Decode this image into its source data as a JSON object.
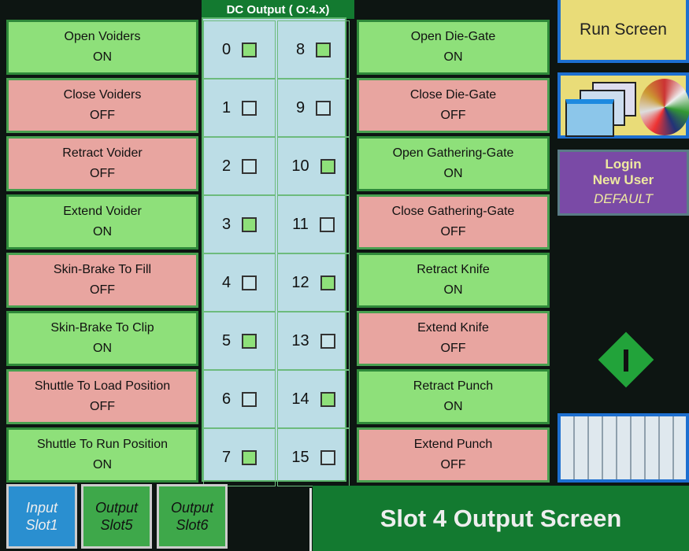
{
  "header": {
    "title": "DC Output ( O:4.x)"
  },
  "left": [
    {
      "label": "Open Voiders",
      "state": "ON"
    },
    {
      "label": "Close Voiders",
      "state": "OFF"
    },
    {
      "label": "Retract Voider",
      "state": "OFF"
    },
    {
      "label": "Extend Voider",
      "state": "ON"
    },
    {
      "label": "Skin-Brake To Fill",
      "state": "OFF"
    },
    {
      "label": "Skin-Brake To Clip",
      "state": "ON"
    },
    {
      "label": "Shuttle To Load Position",
      "state": "OFF"
    },
    {
      "label": "Shuttle To Run Position",
      "state": "ON"
    }
  ],
  "right": [
    {
      "label": "Open Die-Gate",
      "state": "ON"
    },
    {
      "label": "Close Die-Gate",
      "state": "OFF"
    },
    {
      "label": "Open Gathering-Gate",
      "state": "ON"
    },
    {
      "label": "Close Gathering-Gate",
      "state": "OFF"
    },
    {
      "label": "Retract Knife",
      "state": "ON"
    },
    {
      "label": "Extend Knife",
      "state": "OFF"
    },
    {
      "label": "Retract Punch",
      "state": "ON"
    },
    {
      "label": "Extend Punch",
      "state": "OFF"
    }
  ],
  "bits": [
    {
      "n": "0",
      "on": true
    },
    {
      "n": "1",
      "on": false
    },
    {
      "n": "2",
      "on": false
    },
    {
      "n": "3",
      "on": true
    },
    {
      "n": "4",
      "on": false
    },
    {
      "n": "5",
      "on": true
    },
    {
      "n": "6",
      "on": false
    },
    {
      "n": "7",
      "on": true
    },
    {
      "n": "8",
      "on": true
    },
    {
      "n": "9",
      "on": false
    },
    {
      "n": "10",
      "on": true
    },
    {
      "n": "11",
      "on": false
    },
    {
      "n": "12",
      "on": true
    },
    {
      "n": "13",
      "on": false
    },
    {
      "n": "14",
      "on": true
    },
    {
      "n": "15",
      "on": false
    }
  ],
  "sidebar": {
    "run_screen": "Run Screen",
    "login": "Login",
    "new_user": "New User",
    "user": "DEFAULT"
  },
  "nav": [
    {
      "line1": "Input",
      "line2": "Slot1"
    },
    {
      "line1": "Output",
      "line2": "Slot5"
    },
    {
      "line1": "Output",
      "line2": "Slot6"
    }
  ],
  "screen_title": "Slot 4 Output Screen"
}
